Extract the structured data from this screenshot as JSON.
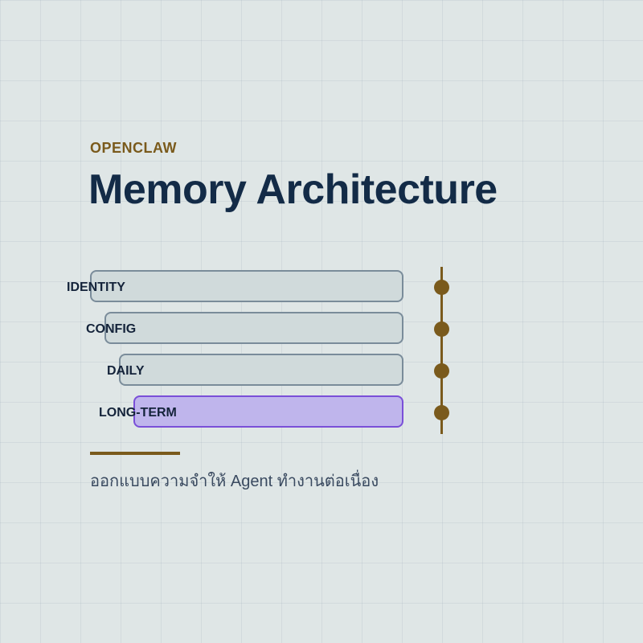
{
  "header": {
    "eyebrow": "OPENCLAW",
    "title": "Memory Architecture"
  },
  "layers": [
    {
      "label": "IDENTITY",
      "highlighted": false
    },
    {
      "label": "CONFIG",
      "highlighted": false
    },
    {
      "label": "DAILY",
      "highlighted": false
    },
    {
      "label": "LONG-TERM",
      "highlighted": true
    }
  ],
  "caption": "ออกแบบความจำให้ Agent ทำงานต่อเนื่อง",
  "colors": {
    "accent": "#7a5a1c",
    "title": "#132b47",
    "layer_fill": "#d0dadb",
    "layer_border": "#7a8c9a",
    "highlight_fill": "#bfb5ec",
    "highlight_border": "#7a4fd8",
    "background": "#dfe6e6"
  }
}
